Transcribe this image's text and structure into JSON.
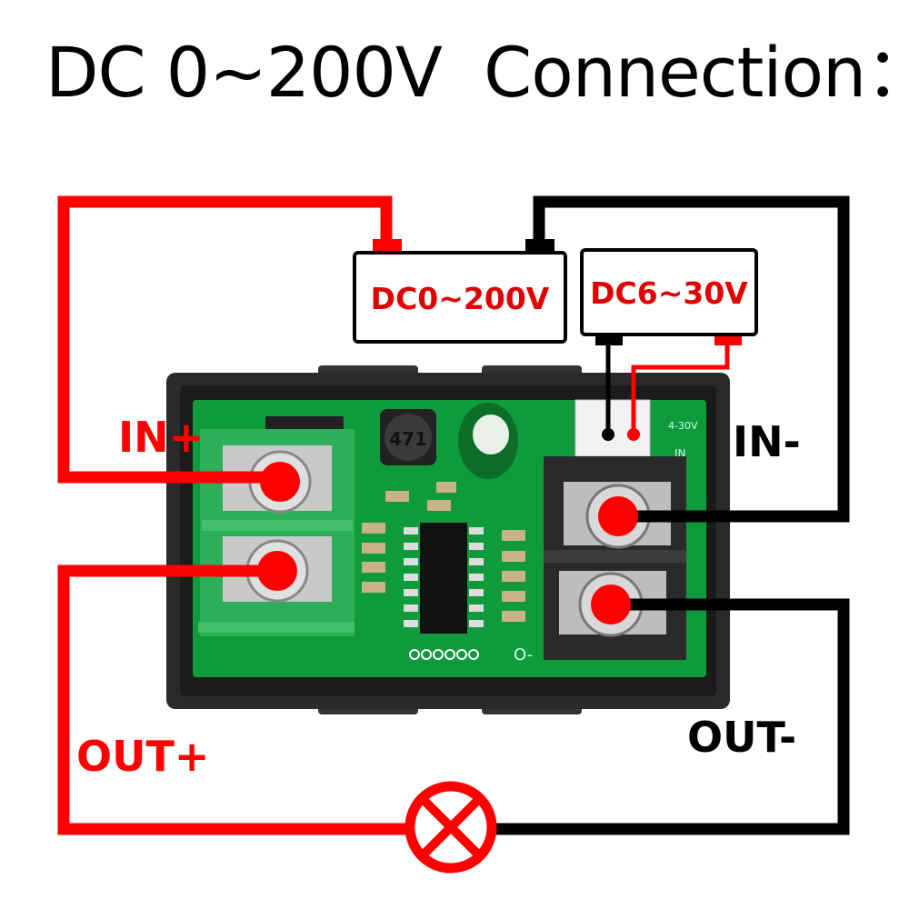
{
  "title": "DC 0~200V  Connection：",
  "boxes": {
    "measured": "DC0~200V",
    "supply": "DC6~30V"
  },
  "labels": {
    "in_plus": "IN+",
    "in_minus": "IN-",
    "out_plus": "OUT+",
    "out_minus": "OUT-"
  },
  "pcb": {
    "inductor": "471",
    "connector_label": "4-30V",
    "in_mark": "IN",
    "out_mark": "O-"
  },
  "colors": {
    "red_wire": "#ff0000",
    "black_wire": "#000000",
    "box_text": "#e00000",
    "pcb_green": "#0f9a3c",
    "terminal_green": "#2fae5a"
  },
  "icons": [
    "lamp-icon"
  ]
}
